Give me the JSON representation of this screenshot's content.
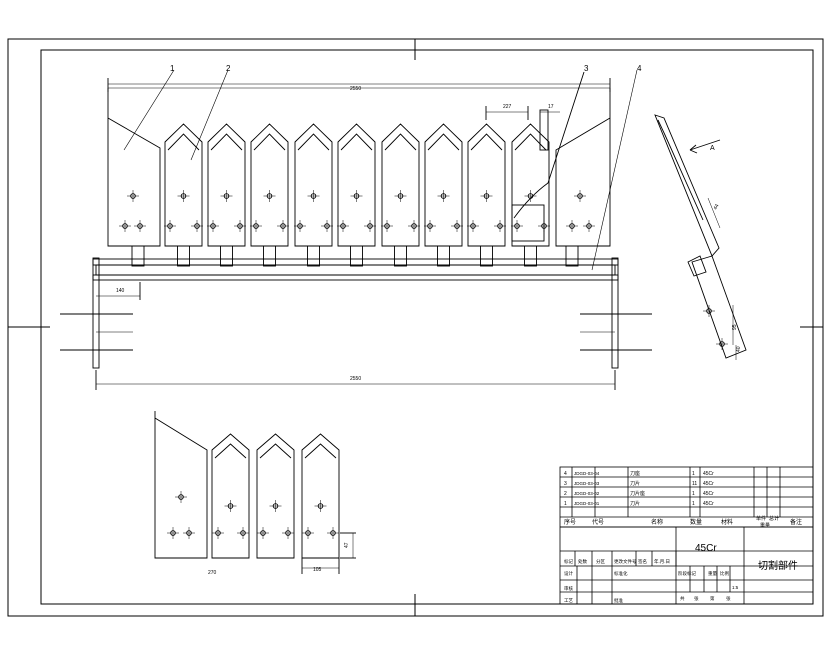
{
  "drawing": {
    "part_labels": [
      "1",
      "2",
      "3",
      "4"
    ],
    "view_label": "A",
    "dims_main": [
      "2550",
      "2550",
      "140",
      "227",
      "17"
    ],
    "dims_detail": [
      "270",
      "105",
      "47"
    ],
    "dims_aux": [
      "44",
      "95",
      "40"
    ],
    "title_block": {
      "bom_rows": [
        {
          "no": "4",
          "code": "JDGD-03-04",
          "name": "刀座",
          "qty": "1",
          "mat": "45Cr"
        },
        {
          "no": "3",
          "code": "JDGD-03-03",
          "name": "刀片",
          "qty": "11",
          "mat": "45Cr"
        },
        {
          "no": "2",
          "code": "JDGD-03-02",
          "name": "刀片座",
          "qty": "1",
          "mat": "45Cr"
        },
        {
          "no": "1",
          "code": "JDGD-03-01",
          "name": "刀片",
          "qty": "1",
          "mat": "45Cr"
        }
      ],
      "header": {
        "no": "序号",
        "code": "代号",
        "name": "名称",
        "qty": "数量",
        "mat": "材料",
        "unit_weight": "单件",
        "total_weight": "总计",
        "weight": "重量",
        "note": "备注"
      },
      "material": "45Cr",
      "drawing_title": "切割部件",
      "row_labels": {
        "mark": "标记",
        "count": "处数",
        "zone": "分区",
        "change_doc": "更改文件号",
        "sign": "签名",
        "date": "年.月.日",
        "design": "设计",
        "standardize": "标准化",
        "review": "审核",
        "process": "工艺",
        "approve": "批准",
        "stage_mark": "阶段标记",
        "weight": "重量",
        "scale": "比例",
        "scale_value": "1:5",
        "sheets": "共",
        "sheet": "张",
        "of": "第",
        "sheet2": "张"
      }
    }
  }
}
